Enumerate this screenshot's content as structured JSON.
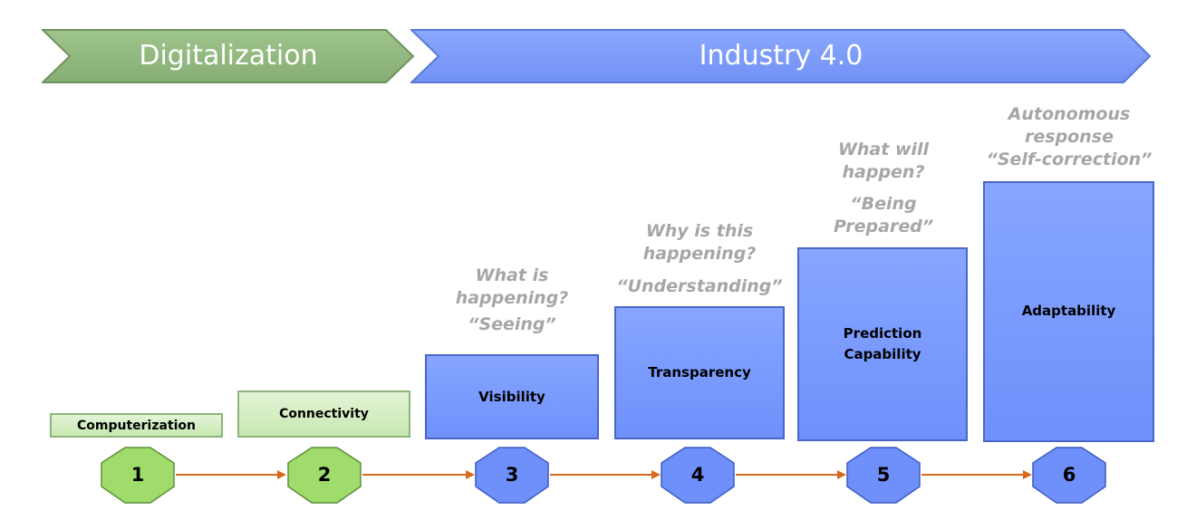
{
  "banners": {
    "digitalization": {
      "label": "Digitalization",
      "color": "#8db47a"
    },
    "industry": {
      "label": "Industry 4.0",
      "color": "#7b9cfa"
    }
  },
  "stages": [
    {
      "number": "1",
      "label": "Computerization",
      "question": "",
      "motto": "",
      "phase": "digitalization"
    },
    {
      "number": "2",
      "label": "Connectivity",
      "question": "",
      "motto": "",
      "phase": "digitalization"
    },
    {
      "number": "3",
      "label": "Visibility",
      "question": "What is happening?",
      "motto": "“Seeing”",
      "phase": "industry"
    },
    {
      "number": "4",
      "label": "Transparency",
      "question": "Why is this happening?",
      "motto": "“Understanding”",
      "phase": "industry"
    },
    {
      "number": "5",
      "label": "Prediction Capability",
      "question": "What will happen?",
      "motto": "“Being Prepared”",
      "phase": "industry"
    },
    {
      "number": "6",
      "label": "Adaptability",
      "question": "Autonomous response",
      "motto": "“Self-correction”",
      "phase": "industry"
    }
  ],
  "colors": {
    "green_node": "#9fdc6c",
    "blue_node": "#6f90fb",
    "arrow": "#d86a1e",
    "caption": "#a6a6a6"
  }
}
